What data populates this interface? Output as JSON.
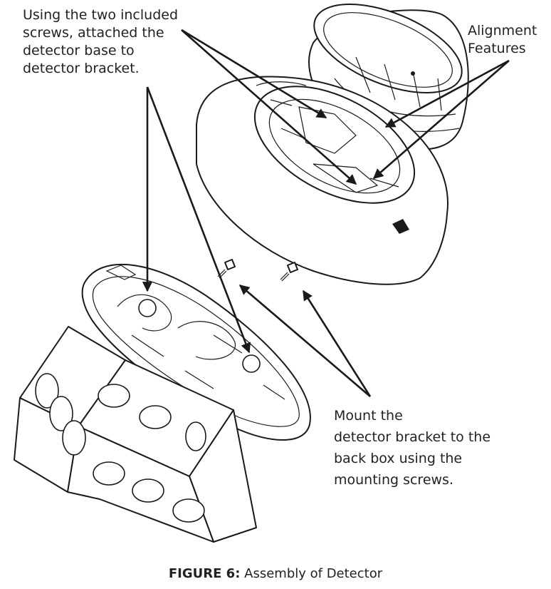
{
  "callouts": {
    "screws_note": {
      "lines": [
        "Using the two included",
        "screws, attached the",
        "detector base to",
        "detector bracket."
      ]
    },
    "alignment": {
      "lines": [
        "Alignment",
        "Features"
      ]
    },
    "mount_note": {
      "lines": [
        "Mount the",
        "detector bracket to the",
        "back box using the",
        "mounting screws."
      ]
    }
  },
  "caption": {
    "label": "FIGURE 6:",
    "text": "Assembly of Detector"
  }
}
